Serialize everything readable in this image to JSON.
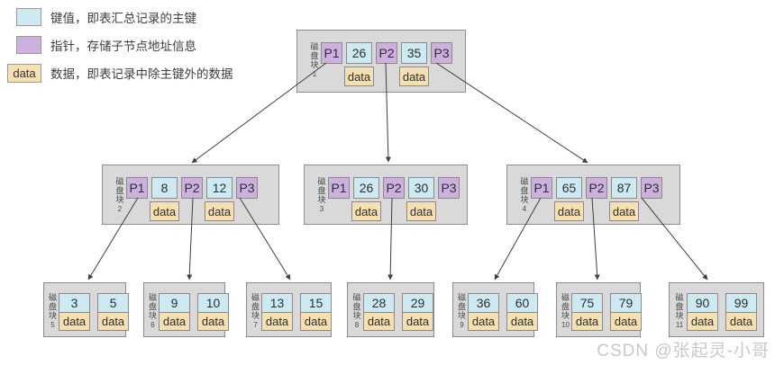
{
  "legend": {
    "items": [
      {
        "type": "key",
        "swatch_text": "",
        "label": "键值，即表汇总记录的主键"
      },
      {
        "type": "pointer",
        "swatch_text": "",
        "label": "指针，存储子节点地址信息"
      },
      {
        "type": "data",
        "swatch_text": "data",
        "label": "数据，即表记录中除主键外的数据"
      }
    ]
  },
  "colors": {
    "key_fill": "#cde9f1",
    "pointer_fill": "#ccb1de",
    "data_fill": "#f5e0b3",
    "node_fill": "#d9d9d9",
    "node_border": "#8c8c8c",
    "arrow": "#3f3f3f"
  },
  "nodes": [
    {
      "id": "disk1",
      "kind": "internal",
      "label": "磁盘块",
      "number": "1",
      "cells": [
        {
          "type": "pointer",
          "text": "P1"
        },
        {
          "type": "key",
          "text": "26",
          "data": "data"
        },
        {
          "type": "pointer",
          "text": "P2"
        },
        {
          "type": "key",
          "text": "35",
          "data": "data"
        },
        {
          "type": "pointer",
          "text": "P3"
        }
      ]
    },
    {
      "id": "disk2",
      "kind": "internal",
      "label": "磁盘块",
      "number": "2",
      "cells": [
        {
          "type": "pointer",
          "text": "P1"
        },
        {
          "type": "key",
          "text": "8",
          "data": "data"
        },
        {
          "type": "pointer",
          "text": "P2"
        },
        {
          "type": "key",
          "text": "12",
          "data": "data"
        },
        {
          "type": "pointer",
          "text": "P3"
        }
      ]
    },
    {
      "id": "disk3",
      "kind": "internal",
      "label": "磁盘块",
      "number": "3",
      "cells": [
        {
          "type": "pointer",
          "text": "P1"
        },
        {
          "type": "key",
          "text": "26",
          "data": "data"
        },
        {
          "type": "pointer",
          "text": "P2"
        },
        {
          "type": "key",
          "text": "30",
          "data": "data"
        },
        {
          "type": "pointer",
          "text": "P3"
        }
      ]
    },
    {
      "id": "disk4",
      "kind": "internal",
      "label": "磁盘块",
      "number": "4",
      "cells": [
        {
          "type": "pointer",
          "text": "P1"
        },
        {
          "type": "key",
          "text": "65",
          "data": "data"
        },
        {
          "type": "pointer",
          "text": "P2"
        },
        {
          "type": "key",
          "text": "87",
          "data": "data"
        },
        {
          "type": "pointer",
          "text": "P3"
        }
      ]
    },
    {
      "id": "disk5",
      "kind": "leaf",
      "label": "磁盘块",
      "number": "5",
      "entries": [
        {
          "key": "3",
          "data": "data"
        },
        {
          "key": "5",
          "data": "data"
        }
      ]
    },
    {
      "id": "disk6",
      "kind": "leaf",
      "label": "磁盘块",
      "number": "6",
      "entries": [
        {
          "key": "9",
          "data": "data"
        },
        {
          "key": "10",
          "data": "data"
        }
      ]
    },
    {
      "id": "disk7",
      "kind": "leaf",
      "label": "磁盘块",
      "number": "7",
      "entries": [
        {
          "key": "13",
          "data": "data"
        },
        {
          "key": "15",
          "data": "data"
        }
      ]
    },
    {
      "id": "disk8",
      "kind": "leaf",
      "label": "磁盘块",
      "number": "8",
      "entries": [
        {
          "key": "28",
          "data": "data"
        },
        {
          "key": "29",
          "data": "data"
        }
      ]
    },
    {
      "id": "disk9",
      "kind": "leaf",
      "label": "磁盘块",
      "number": "9",
      "entries": [
        {
          "key": "36",
          "data": "data"
        },
        {
          "key": "60",
          "data": "data"
        }
      ]
    },
    {
      "id": "disk10",
      "kind": "leaf",
      "label": "磁盘块",
      "number": "10",
      "entries": [
        {
          "key": "75",
          "data": "data"
        },
        {
          "key": "79",
          "data": "data"
        }
      ]
    },
    {
      "id": "disk11",
      "kind": "leaf",
      "label": "磁盘块",
      "number": "11",
      "entries": [
        {
          "key": "90",
          "data": "data"
        },
        {
          "key": "99",
          "data": "data"
        }
      ]
    }
  ],
  "watermark": "CSDN @张起灵-小哥"
}
